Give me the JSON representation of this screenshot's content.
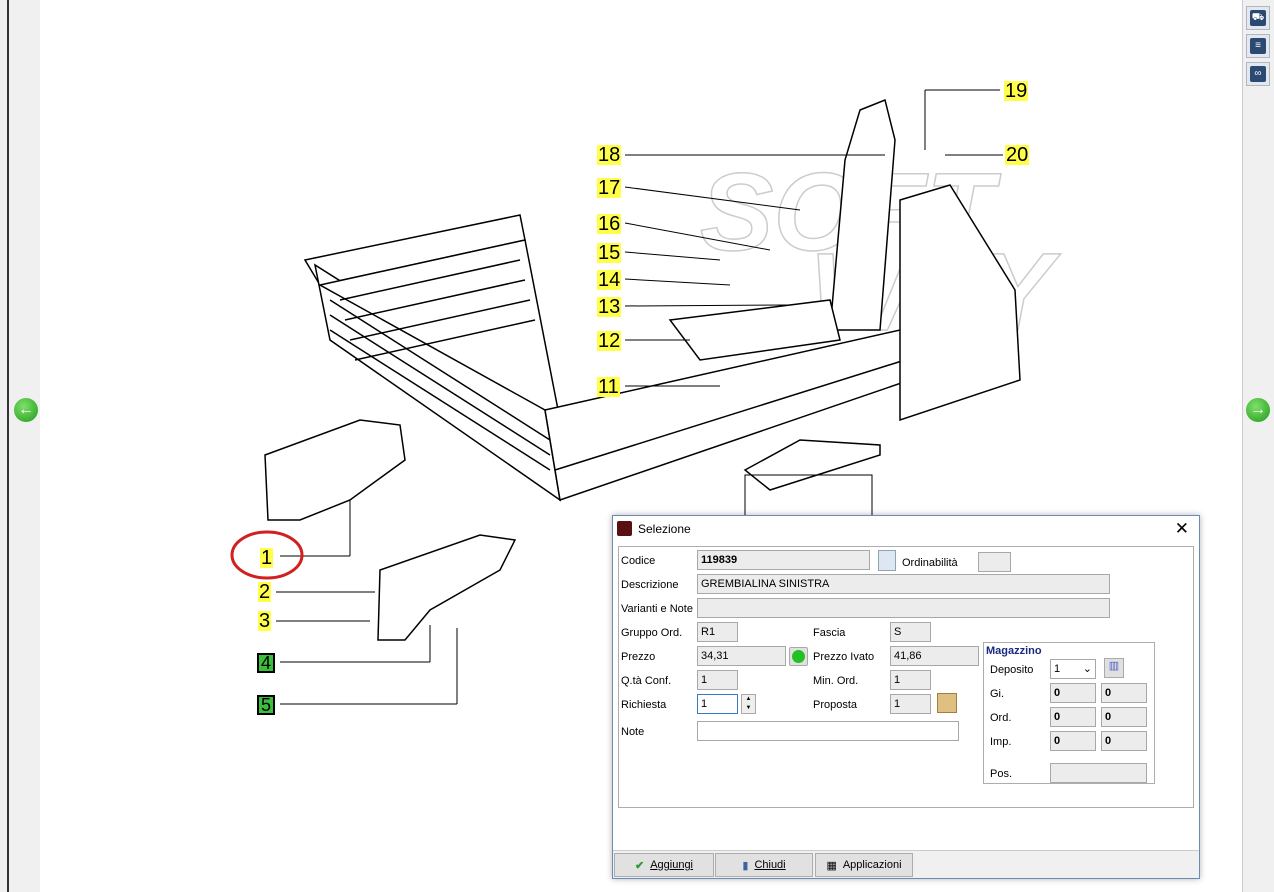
{
  "callouts": [
    "19",
    "18",
    "20",
    "17",
    "16",
    "15",
    "14",
    "13",
    "12",
    "11",
    "1",
    "2",
    "3",
    "4",
    "5"
  ],
  "watermark": "SOFT WAY",
  "nav": {
    "prev_icon": "arrow-left-icon",
    "next_icon": "arrow-right-icon"
  },
  "toolbar": {
    "icons": [
      "cart-icon",
      "list-icon",
      "link-icon"
    ]
  },
  "dialog": {
    "title": "Selezione",
    "close": "✕",
    "codice_label": "Codice",
    "codice": "119839",
    "ordinabilita_label": "Ordinabilità",
    "ordinabilita": "",
    "descrizione_label": "Descrizione",
    "descrizione": "GREMBIALINA SINISTRA",
    "varianti_label": "Varianti e Note",
    "varianti": "",
    "gruppo_label": "Gruppo Ord.",
    "gruppo": "R1",
    "fascia_label": "Fascia",
    "fascia": "S",
    "prezzo_label": "Prezzo",
    "prezzo": "34,31",
    "prezzo_ivato_label": "Prezzo Ivato",
    "prezzo_ivato": "41,86",
    "qta_label": "Q.tà Conf.",
    "qta": "1",
    "min_label": "Min. Ord.",
    "min": "1",
    "richiesta_label": "Richiesta",
    "richiesta": "1",
    "proposta_label": "Proposta",
    "proposta": "1",
    "note_label": "Note",
    "note": "",
    "magazzino": {
      "title": "Magazzino",
      "deposito_label": "Deposito",
      "deposito": "1",
      "gi_label": "Gi.",
      "gi": [
        "0",
        "0"
      ],
      "ord_label": "Ord.",
      "ord": [
        "0",
        "0"
      ],
      "imp_label": "Imp.",
      "imp": [
        "0",
        "0"
      ],
      "pos_label": "Pos.",
      "pos": ""
    },
    "buttons": {
      "aggiungi": "Aggiungi",
      "chiudi": "Chiudi",
      "applicazioni": "Applicazioni"
    }
  }
}
